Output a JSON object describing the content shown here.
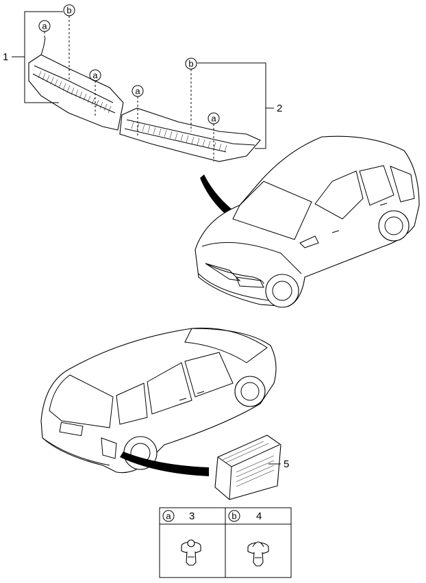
{
  "callouts": {
    "part_1": "1",
    "part_2": "2",
    "part_5": "5",
    "fastener_a": "a",
    "fastener_b": "b"
  },
  "legend": {
    "cell_a_symbol": "a",
    "cell_a_part": "3",
    "cell_b_symbol": "b",
    "cell_b_part": "4"
  }
}
